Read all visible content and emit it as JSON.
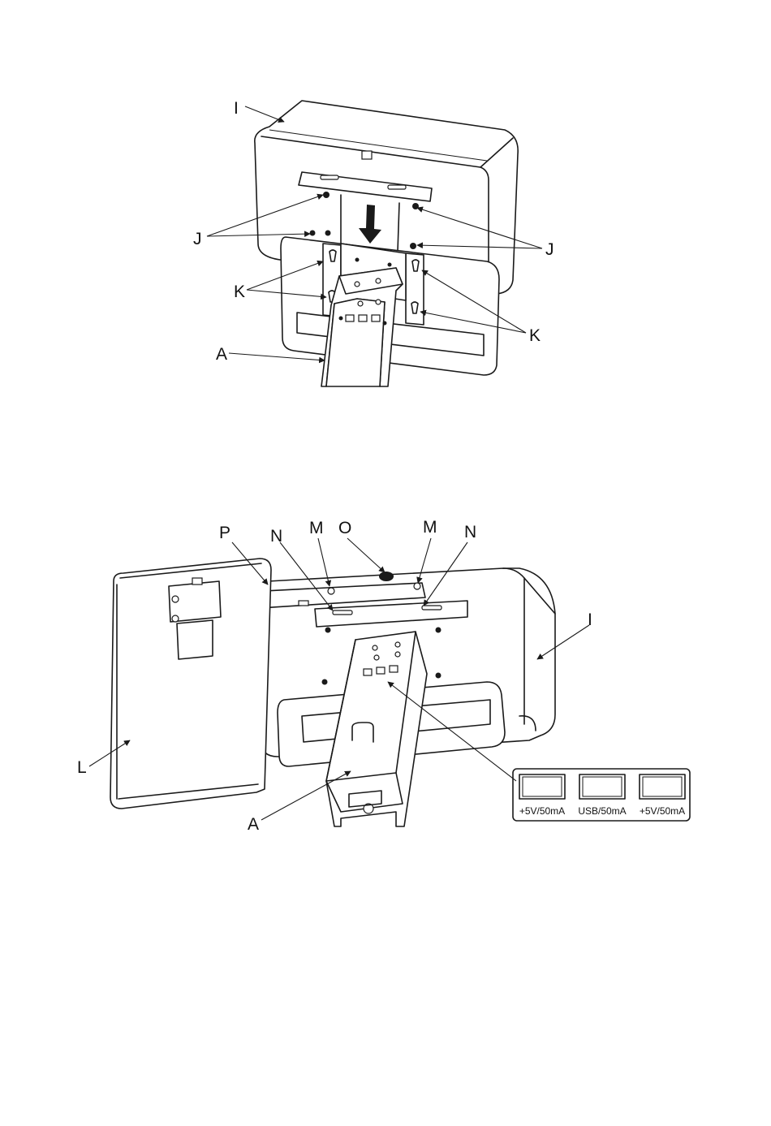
{
  "figure_top": {
    "labels": {
      "I": "I",
      "J_left": "J",
      "J_right": "J",
      "K_left": "K",
      "K_right": "K",
      "A": "A"
    }
  },
  "figure_bottom": {
    "labels": {
      "P": "P",
      "N_left": "N",
      "M_left": "M",
      "O": "O",
      "M_right": "M",
      "N_right": "N",
      "I": "I",
      "L": "L",
      "A": "A"
    },
    "port_panel": {
      "ports": [
        "+5V/50mA",
        "USB/50mA",
        "+5V/50mA"
      ]
    }
  },
  "colors": {
    "line": "#1a1a1a",
    "background": "#ffffff"
  }
}
